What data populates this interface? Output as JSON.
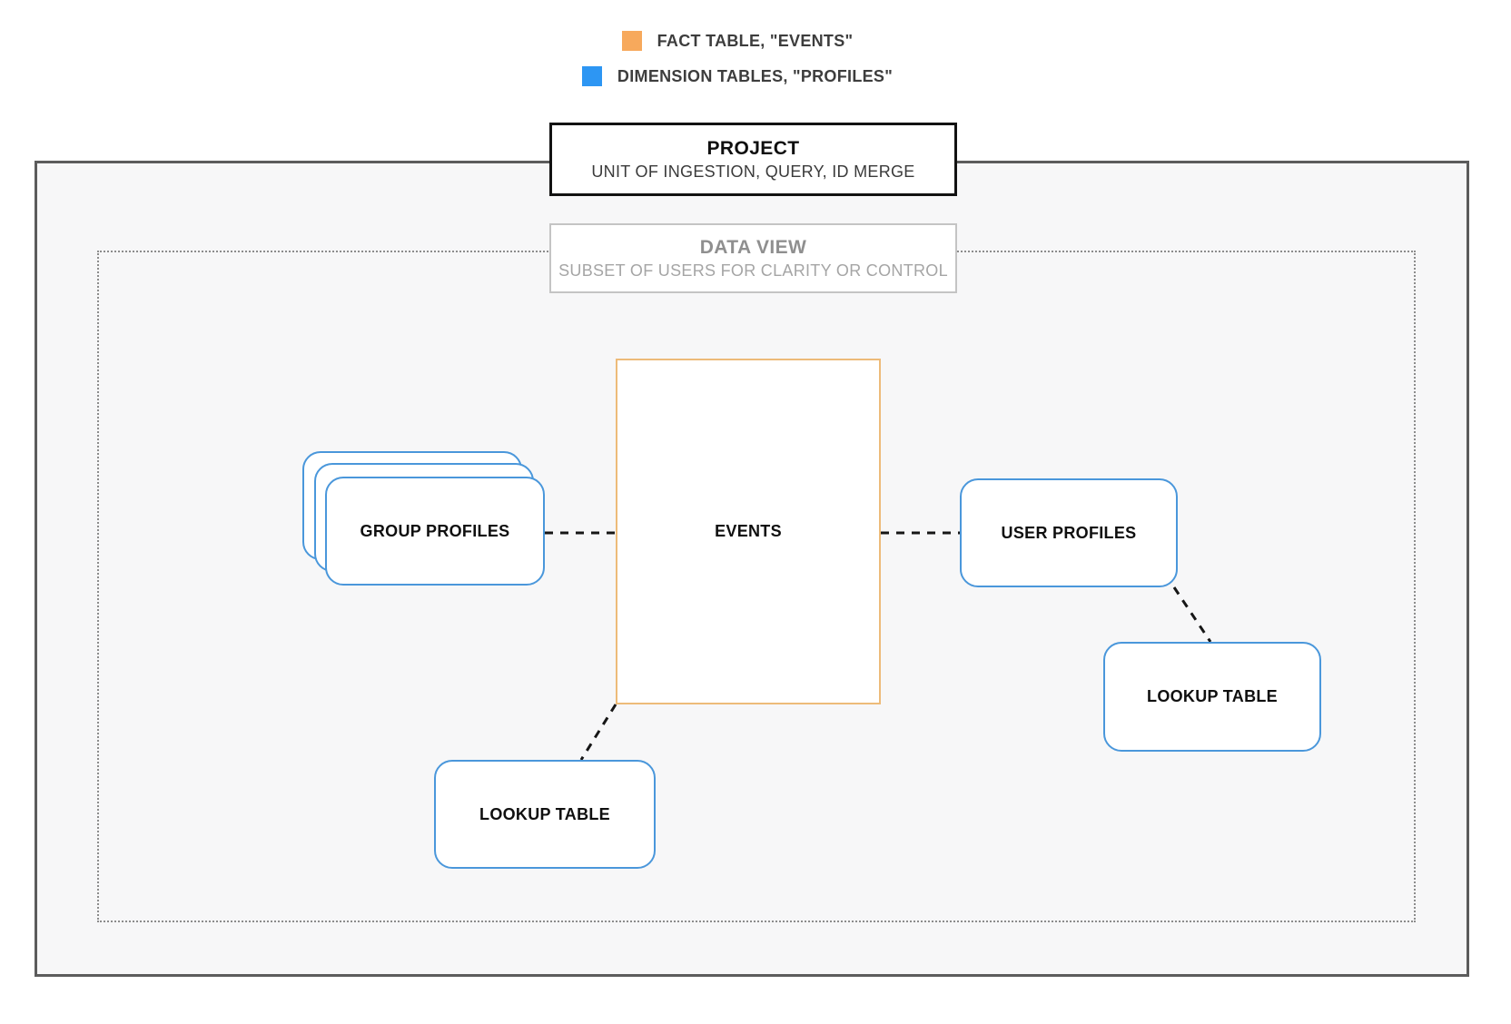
{
  "colors": {
    "fact_orange": "#F7A95C",
    "dimension_blue": "#2D96F3",
    "fact_border": "#EDBB79",
    "dimension_border": "#4A97DB"
  },
  "legend": {
    "items": [
      {
        "key": "fact",
        "label": "FACT TABLE, \"EVENTS\""
      },
      {
        "key": "dimension",
        "label": "DIMENSION TABLES, \"PROFILES\""
      }
    ]
  },
  "project_box": {
    "title": "PROJECT",
    "subtitle": "UNIT OF INGESTION, QUERY, ID MERGE"
  },
  "data_view_box": {
    "title": "DATA VIEW",
    "subtitle": "SUBSET OF USERS FOR CLARITY OR CONTROL"
  },
  "nodes": {
    "group_profiles": {
      "label": "GROUP PROFILES"
    },
    "events": {
      "label": "EVENTS"
    },
    "user_profiles": {
      "label": "USER PROFILES"
    },
    "lookup_table_bottom": {
      "label": "LOOKUP TABLE"
    },
    "lookup_table_right": {
      "label": "LOOKUP TABLE"
    }
  }
}
